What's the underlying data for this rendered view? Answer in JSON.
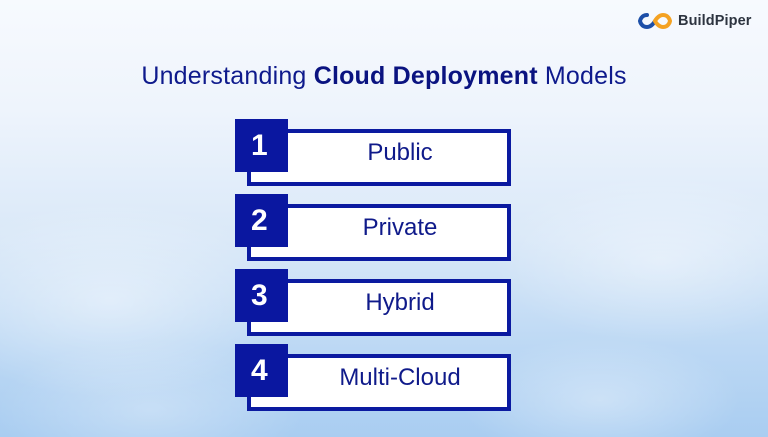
{
  "brand": {
    "name": "BuildPiper",
    "icon": "infinity-logo-icon",
    "colors": {
      "blue": "#1d4fa8",
      "orange": "#f4a223"
    }
  },
  "title": {
    "prefix": "Understanding ",
    "bold": "Cloud Deployment",
    "suffix": " Models"
  },
  "colors": {
    "accent": "#0a17a0",
    "text": "#0f1a8a"
  },
  "models": [
    {
      "number": "1",
      "label": "Public"
    },
    {
      "number": "2",
      "label": "Private"
    },
    {
      "number": "3",
      "label": "Hybrid"
    },
    {
      "number": "4",
      "label": "Multi-Cloud"
    }
  ]
}
